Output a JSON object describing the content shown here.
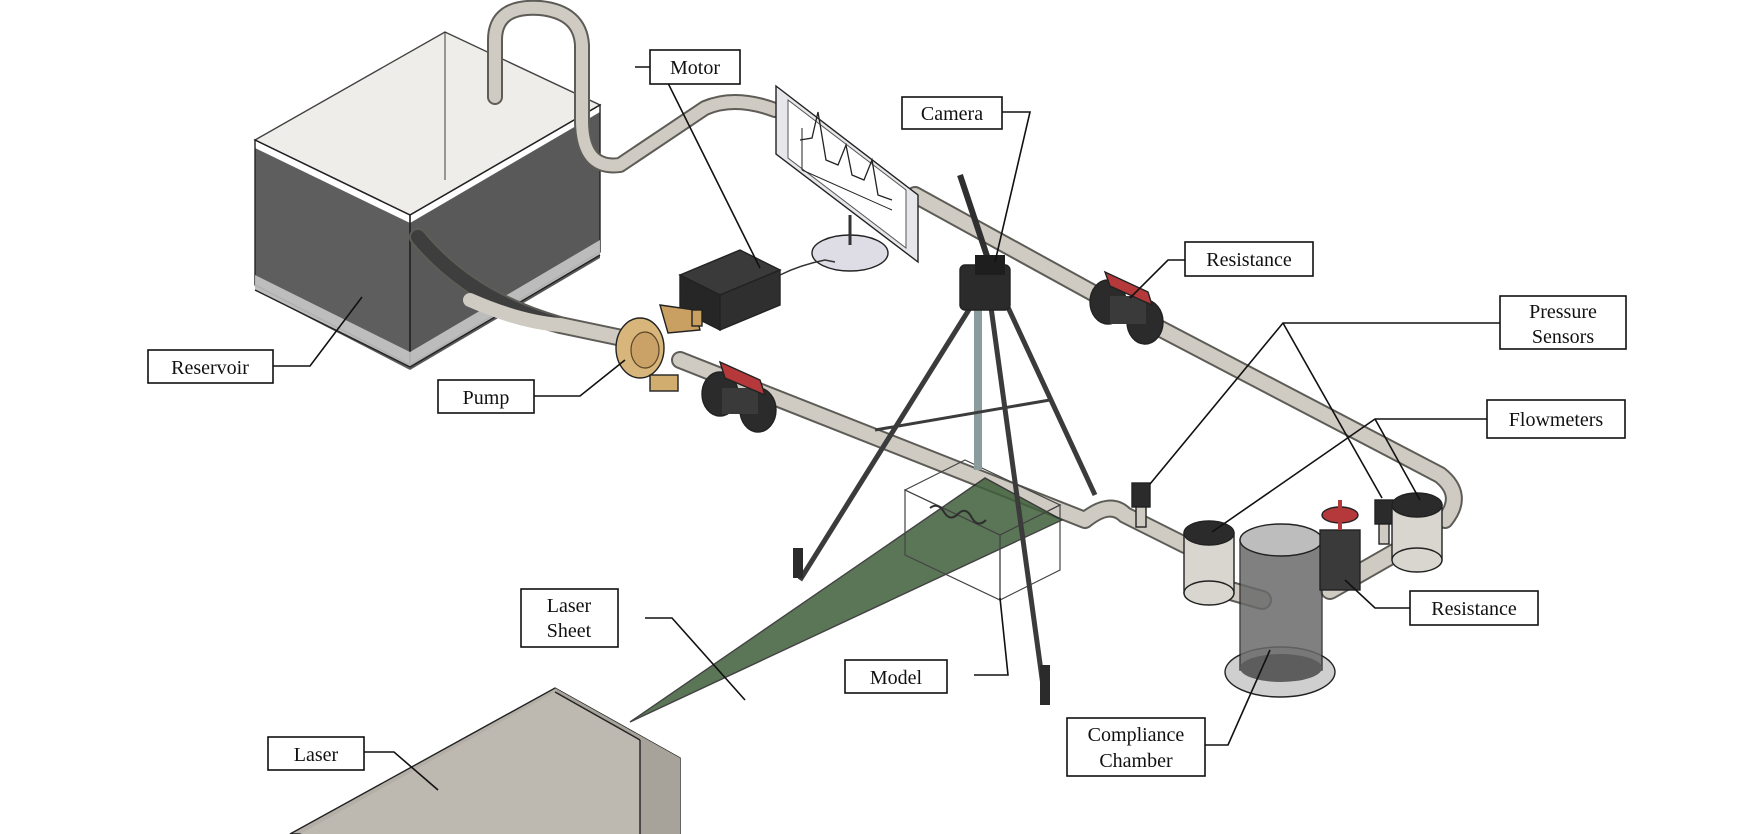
{
  "labels": {
    "motor": "Motor",
    "camera": "Camera",
    "resistance_top": "Resistance",
    "pressure_line1": "Pressure",
    "pressure_line2": "Sensors",
    "flowmeters": "Flowmeters",
    "reservoir": "Reservoir",
    "pump": "Pump",
    "resistance_bottom": "Resistance",
    "laser_sheet_line1": "Laser",
    "laser_sheet_line2": "Sheet",
    "model": "Model",
    "compliance_line1": "Compliance",
    "compliance_line2": "Chamber",
    "laser": "Laser"
  },
  "colors": {
    "pipe": "#cfcbc3",
    "water": "#4a4a4a",
    "pump_brass": "#d6b277",
    "valve_handle": "#b5393b",
    "laser_sheet": "#3f5f3a",
    "laser_body": "#a9a59c",
    "motor_box": "#2b2b2b"
  }
}
